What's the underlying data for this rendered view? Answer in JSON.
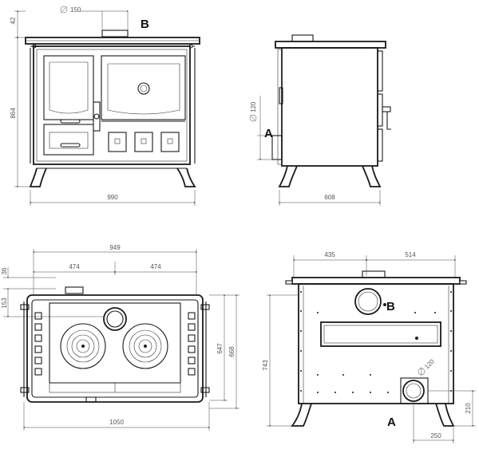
{
  "labels": {
    "A_side": "A",
    "A_rear": "A",
    "B_front": "B",
    "B_rear": "B"
  },
  "front_view": {
    "flue_diameter": "150",
    "height_top": "42",
    "height_body": "864",
    "width": "990"
  },
  "side_view": {
    "inlet_diameter": "120",
    "depth": "608"
  },
  "top_view": {
    "width_overall": "949",
    "half_left": "474",
    "half_right": "474",
    "offset_top": "36",
    "offset_left": "153",
    "depth_inner": "647",
    "depth_outer": "668",
    "width_base": "1050"
  },
  "rear_view": {
    "left_offset": "435",
    "right_offset": "514",
    "height": "743",
    "inlet_diameter": "120",
    "inlet_height": "210",
    "inlet_offset": "250"
  }
}
